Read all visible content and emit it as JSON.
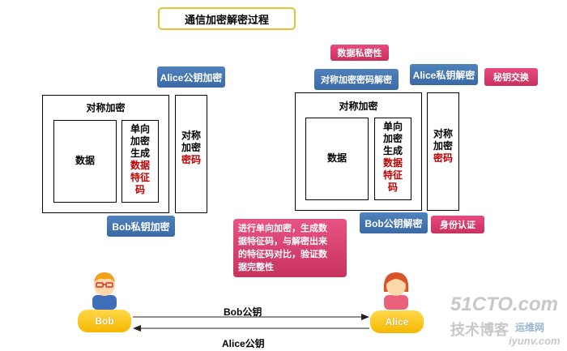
{
  "title": "通信加密解密过程",
  "left": {
    "symmetric_encrypt": "对称加密",
    "data": "数据",
    "hash_lines": [
      "单向",
      "加密",
      "生成"
    ],
    "hash_red_lines": [
      "数据",
      "特征",
      "码"
    ],
    "sym_cipher_lines": [
      "对称",
      "加密"
    ],
    "sym_cipher_red": "密码",
    "alice_pub_encrypt": "Alice公钥加密",
    "bob_priv_encrypt": "Bob私钥加密"
  },
  "right": {
    "data_privacy": "数据私密性",
    "sym_decrypt": "对称加密密码解密",
    "alice_priv_decrypt": "Alice私钥解密",
    "key_exchange": "秘钥交换",
    "symmetric_encrypt": "对称加密",
    "data": "数据",
    "hash_lines": [
      "单向",
      "加密",
      "生成"
    ],
    "hash_red_lines": [
      "数据",
      "特征",
      "码"
    ],
    "sym_cipher_lines": [
      "对称",
      "加密"
    ],
    "sym_cipher_red": "密码",
    "bob_pub_decrypt": "Bob公钥解密",
    "identity_auth": "身份认证",
    "integrity_note_lines": [
      "进行单向加密，生成数",
      "据特征码，与解密出来",
      "的特征码对比，验证数",
      "据完整性"
    ]
  },
  "people": {
    "bob": "Bob",
    "alice": "Alice",
    "bob_pub_key": "Bob公钥",
    "alice_pub_key": "Alice公钥"
  },
  "watermark": {
    "line1": "51CTO.com",
    "line2": "技术博客",
    "line3": "运维网",
    "line4": "iyunv.com"
  },
  "colors": {
    "blue": "#4f81bd",
    "pink": "#d63c6c",
    "red_text": "#c00000",
    "title_border": "#e8c033",
    "person_label": "#f5c400"
  }
}
